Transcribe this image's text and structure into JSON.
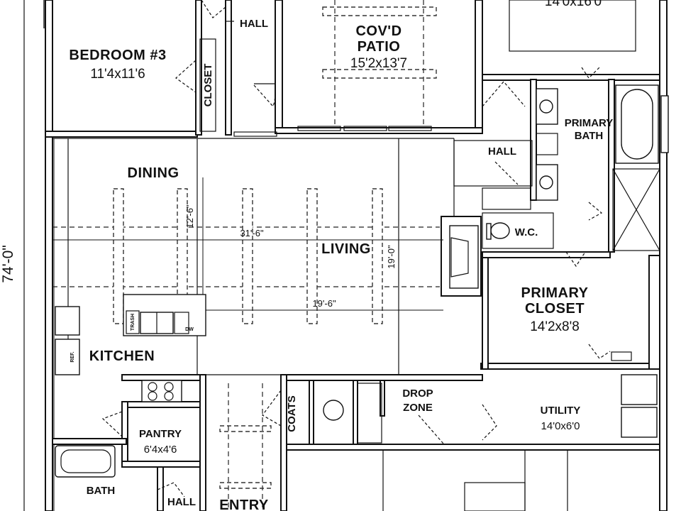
{
  "rooms": {
    "bedroom3": {
      "name": "BEDROOM #3",
      "size": "11'4x11'6"
    },
    "hall_top": {
      "name": "HALL"
    },
    "closet": {
      "name": "CLOSET"
    },
    "patio": {
      "name_line1": "COV'D",
      "name_line2": "PATIO",
      "size": "15'2x13'7"
    },
    "top_right_size": "14'0x16'0",
    "primary_bath": {
      "name_line1": "PRIMARY",
      "name_line2": "BATH"
    },
    "hall_mid": {
      "name": "HALL"
    },
    "wc": {
      "name": "W.C."
    },
    "dining": {
      "name": "DINING"
    },
    "living": {
      "name": "LIVING"
    },
    "primary_closet": {
      "name_line1": "PRIMARY",
      "name_line2": "CLOSET",
      "size": "14'2x8'8"
    },
    "kitchen": {
      "name": "KITCHEN"
    },
    "ref": "REF.",
    "trash": "TRASH",
    "dw": "DW",
    "pantry": {
      "name": "PANTRY",
      "size": "6'4x4'6"
    },
    "coats": "COATS",
    "drop_zone": {
      "name_line1": "DROP",
      "name_line2": "ZONE"
    },
    "utility": {
      "name": "UTILITY",
      "size": "14'0x6'0"
    },
    "bath": {
      "name": "BATH"
    },
    "hall_bottom": {
      "name": "HALL"
    },
    "entry": {
      "name": "ENTRY"
    }
  },
  "dimensions": {
    "overall_depth": "74'-0\"",
    "living_width": "31'-6\"",
    "dining_depth": "12'-6\"",
    "living_depth": "19'-0\"",
    "kitchen_width": "19'-6\""
  }
}
